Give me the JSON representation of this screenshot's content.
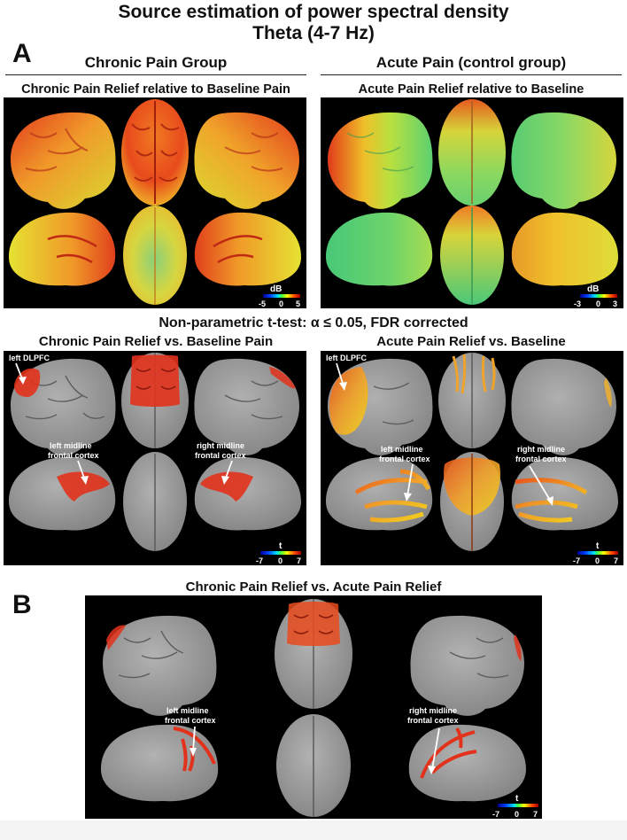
{
  "figure": {
    "title_line1": "Source estimation of power spectral density",
    "title_line2": "Theta (4-7 Hz)"
  },
  "panel_a": {
    "letter": "A",
    "chronic_group": "Chronic Pain Group",
    "acute_group": "Acute Pain (control group)",
    "chronic_relief_title": "Chronic Pain Relief relative to Baseline Pain",
    "acute_relief_title": "Acute Pain Relief relative to Baseline",
    "stats_title": "Non-parametric t-test: α ≤ 0.05, FDR corrected",
    "chronic_stats_title": "Chronic Pain Relief vs. Baseline Pain",
    "acute_stats_title": "Acute Pain Relief vs. Baseline",
    "colorbar_db_chronic": {
      "title": "dB",
      "min": "-5",
      "mid": "0",
      "max": "5"
    },
    "colorbar_db_acute": {
      "title": "dB",
      "min": "-3",
      "mid": "0",
      "max": "3"
    },
    "colorbar_t": {
      "title": "t",
      "min": "-7",
      "mid": "0",
      "max": "7"
    },
    "labels": {
      "left_dlpfc": "left DLPFC",
      "left_midline_1": "left midline",
      "left_midline_2": "frontal cortex",
      "right_midline_1": "right midline",
      "right_midline_2": "frontal cortex"
    }
  },
  "panel_b": {
    "letter": "B",
    "title": "Chronic Pain Relief vs. Acute Pain Relief",
    "colorbar_t": {
      "title": "t",
      "min": "-7",
      "mid": "0",
      "max": "7"
    },
    "labels": {
      "left_midline_1": "left midline",
      "left_midline_2": "frontal cortex",
      "right_midline_1": "right midline",
      "right_midline_2": "frontal cortex"
    }
  },
  "colors": {
    "panel_bg": "#000000",
    "gray_cortex": "#9a9a9a",
    "activation_red": "#e8341c",
    "activation_yellow": "#f2d21e"
  }
}
